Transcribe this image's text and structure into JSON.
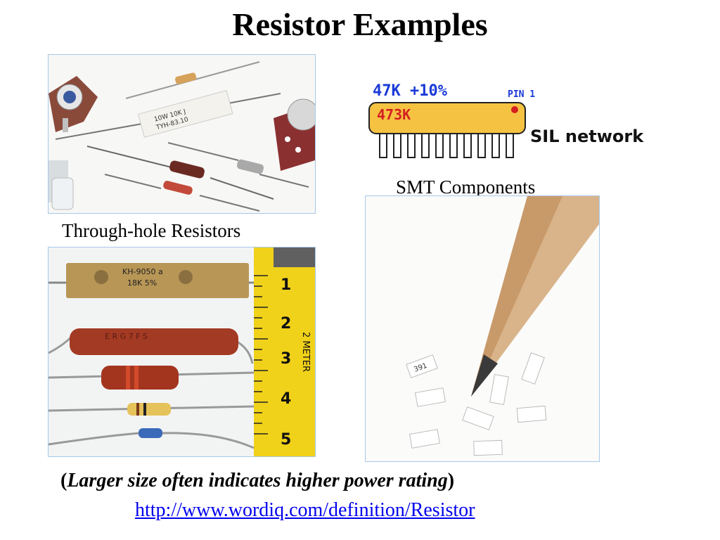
{
  "slide": {
    "title": "Resistor  Examples",
    "through_hole_label": "Through-hole Resistors",
    "smt_label": "SMT Components",
    "note_open": "(",
    "note_italic": "Larger size often indicates higher power rating",
    "note_close": ")",
    "link": "http://www.wordiq.com/definition/Resistor"
  },
  "sil_diagram": {
    "value_label": "47K +10%",
    "pin_label": "PIN 1",
    "body_marking": "473K",
    "network_label": "SIL network",
    "colors": {
      "body": "#f5c242",
      "blue_text": "#1a3ad8",
      "red_text": "#d42020"
    }
  },
  "photo_markings": {
    "wirewound_resistor": "10W 10K J",
    "wirewound_code": "TYH-83.10",
    "power_resistor": "KH-9050 a",
    "power_resistor_value": "18K 5%",
    "red_resistor": "E R G 7 F S",
    "ruler_label": "2 METER",
    "ruler_numbers": [
      "1",
      "2",
      "3",
      "4",
      "5"
    ],
    "smt_chip_code": "391"
  }
}
